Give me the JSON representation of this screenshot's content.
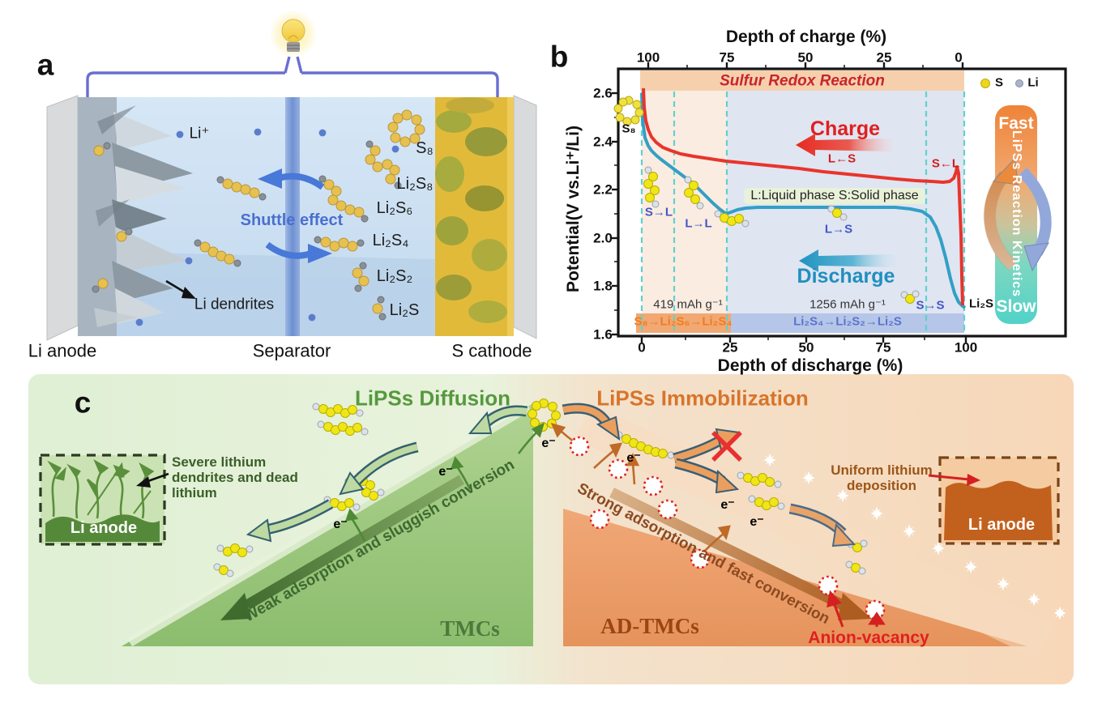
{
  "figure": {
    "panel_a": {
      "label": "a",
      "li_ion": "Li⁺",
      "shuttle_effect": "Shuttle effect",
      "li_dendrites": "Li dendrites",
      "species": [
        "S₈",
        "Li₂S₈",
        "Li₂S₆",
        "Li₂S₄",
        "Li₂S₂",
        "Li₂S"
      ],
      "anode": "Li anode",
      "separator": "Separator",
      "cathode": "S cathode"
    },
    "panel_b": {
      "label": "b",
      "banner": "Sulfur Redox Reaction",
      "top_axis": {
        "title": "Depth of charge (%)",
        "ticks": [
          "100",
          "75",
          "50",
          "25",
          "0"
        ]
      },
      "bottom_axis": {
        "title": "Depth of discharge (%)",
        "ticks": [
          "0",
          "25",
          "50",
          "75",
          "100"
        ]
      },
      "y_axis": {
        "title": "Potential(V vs.Li⁺/Li)",
        "ticks": [
          "2.6",
          "2.4",
          "2.2",
          "2.0",
          "1.8",
          "1.6"
        ]
      },
      "legend": {
        "s": "S",
        "li": "Li"
      },
      "charge_label": "Charge",
      "charge_phase": "L←S",
      "s_from_l": "S←L",
      "discharge_label": "Discharge",
      "phase_note": "L:Liquid phase  S:Solid phase",
      "s_to_l": "S→L",
      "l_to_l": "L→L",
      "l_to_s": "L→S",
      "s_to_s": "S→S",
      "capacity_1": "419 mAh g⁻¹",
      "capacity_2": "1256 mAh g⁻¹",
      "s8": "S₈",
      "li2s": "Li₂S",
      "reaction_band_1": "S₈→Li₂S₆→Li₂S₄",
      "reaction_band_2": "Li₂S₄→Li₂S₂→Li₂S",
      "kinetics": {
        "fast": "Fast",
        "axis": "LiPSs Reaction Kinetics",
        "slow": "Slow"
      }
    },
    "panel_c": {
      "label": "c",
      "diffusion_title": "LiPSs Diffusion",
      "immobilization_title": "LiPSs Immobilization",
      "inset_left_caption": "Severe lithium\ndendrites and dead\nlithium",
      "li_anode_left": "Li anode",
      "weak_text": "Weak adsorption and sluggish conversion",
      "tmcs": "TMCs",
      "strong_text": "Strong adsorption and fast conversion",
      "ad_tmcs": "AD-TMCs",
      "anion_vacancy": "Anion-vacancy",
      "uniform_caption": "Uniform lithium\ndeposition",
      "li_anode_right": "Li anode",
      "electron": "e⁻"
    }
  },
  "chart_data": {
    "type": "line",
    "title": "Sulfur Redox Reaction",
    "xlabel": "Depth of discharge (%)",
    "xlabel_top": "Depth of charge (%)",
    "ylabel": "Potential(V vs.Li⁺/Li)",
    "xlim": [
      0,
      100
    ],
    "ylim": [
      1.6,
      2.7
    ],
    "legend_entries": [
      "S",
      "Li"
    ],
    "series": [
      {
        "name": "Discharge",
        "color": "#339fc6",
        "x": [
          0,
          1,
          3,
          6,
          9,
          12,
          15,
          18,
          21,
          24,
          26,
          28,
          32,
          45,
          60,
          75,
          82,
          86,
          88,
          90,
          92,
          94,
          96,
          97.5,
          99,
          99.8
        ],
        "y": [
          2.6,
          2.42,
          2.37,
          2.33,
          2.3,
          2.27,
          2.24,
          2.2,
          2.16,
          2.12,
          2.1,
          2.12,
          2.13,
          2.13,
          2.13,
          2.13,
          2.12,
          2.12,
          2.1,
          2.06,
          1.99,
          1.89,
          1.79,
          1.74,
          1.72,
          1.71
        ]
      },
      {
        "name": "Charge",
        "color": "#e8342c",
        "x": [
          0.4,
          1,
          2,
          3.5,
          6,
          10,
          15,
          20,
          25,
          35,
          45,
          55,
          65,
          75,
          82,
          88,
          92,
          94,
          95.5,
          96.6,
          97.1,
          97.5,
          98,
          98.4,
          98.8,
          99.1
        ],
        "y": [
          2.62,
          2.52,
          2.46,
          2.42,
          2.39,
          2.36,
          2.35,
          2.34,
          2.33,
          2.31,
          2.3,
          2.28,
          2.27,
          2.26,
          2.25,
          2.24,
          2.23,
          2.24,
          2.25,
          2.29,
          2.29,
          2.26,
          2.15,
          2.0,
          1.85,
          1.72
        ]
      }
    ],
    "dashed_guides_x": [
      0,
      10,
      26,
      88,
      99.5
    ],
    "regions": [
      {
        "label": "S₈→Li₂S₆→Li₂S₄",
        "x": [
          0,
          26
        ]
      },
      {
        "label": "Li₂S₄→Li₂S₂→Li₂S",
        "x": [
          26,
          99.5
        ]
      }
    ],
    "annotations": [
      "419 mAh g⁻¹",
      "1256 mAh g⁻¹",
      "S₈",
      "Li₂S",
      "S→L",
      "L→L",
      "L→S",
      "S→S",
      "S←L",
      "L←S",
      "Charge",
      "Discharge",
      "Fast",
      "Slow",
      "LiPSs Reaction Kinetics"
    ]
  }
}
